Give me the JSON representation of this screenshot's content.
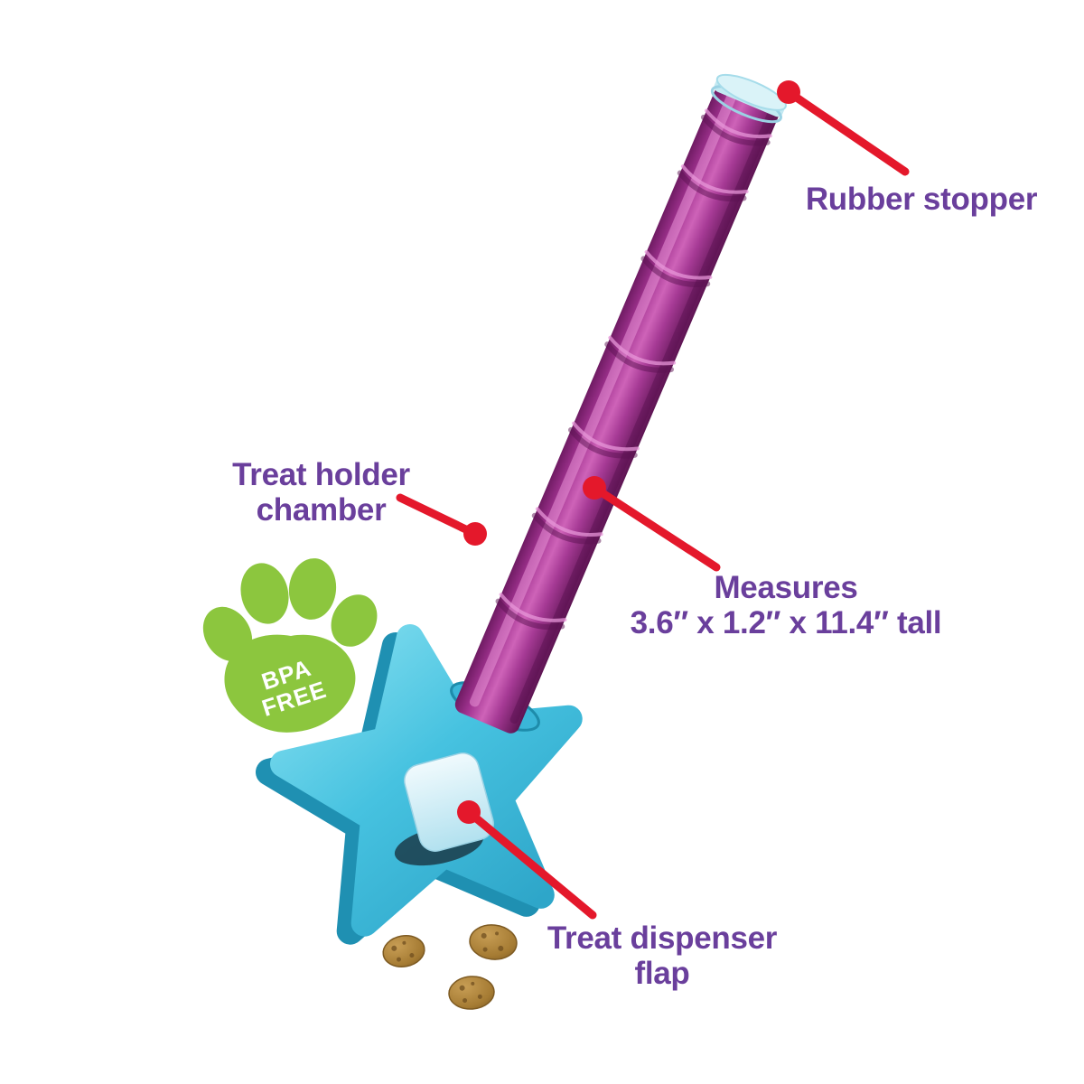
{
  "callouts": {
    "rubber_stopper": {
      "label": "Rubber stopper"
    },
    "treat_holder_chamber": {
      "line1": "Treat holder",
      "line2": "chamber"
    },
    "measures": {
      "line1": "Measures",
      "line2": "3.6″ x 1.2″ x 11.4″ tall"
    },
    "treat_dispenser_flap": {
      "line1": "Treat dispenser",
      "line2": "flap"
    }
  },
  "badge": {
    "line1": "BPA",
    "line2": "FREE",
    "icon": "paw-print-icon"
  },
  "colors": {
    "background": "#ffffff",
    "callout_red": "#e4182b",
    "label_purple": "#6a3f9c",
    "tube_purple": "#9c2d8a",
    "star_blue": "#45c3e1",
    "stopper_blue": "#cdeef6",
    "badge_green": "#8cc63e",
    "treat_brown": "#a57b33"
  }
}
